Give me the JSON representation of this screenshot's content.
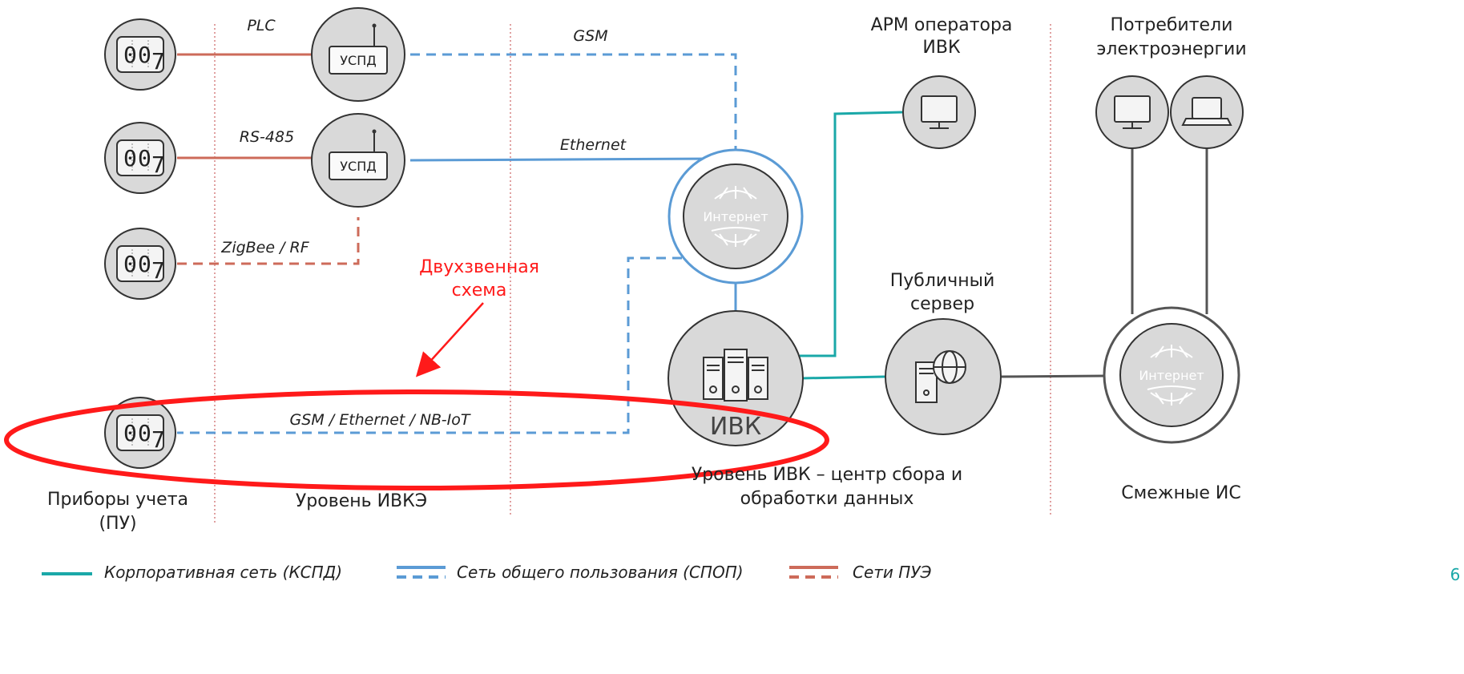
{
  "colors": {
    "corporate": "#1aa8a8",
    "public": "#5b9bd5",
    "pue": "#cd6b5a",
    "divider": "#c04040",
    "annotation": "#ff1a1a",
    "node_fill": "#d9d9d9",
    "adjacent_line": "#555555"
  },
  "meters": {
    "digits": [
      "0",
      "0",
      "7"
    ]
  },
  "nodes": {
    "uspd_label": "УСПД",
    "internet_label": "Интернет",
    "ivk_label": "ИВК"
  },
  "links": {
    "plc": "PLC",
    "rs485": "RS-485",
    "zigbee": "ZigBee / RF",
    "gsm": "GSM",
    "ethernet": "Ethernet",
    "gsm_eth_nbiot": "GSM / Ethernet / NB-IoT"
  },
  "titles": {
    "arm_line1": "АРМ оператора",
    "arm_line2": "ИВК",
    "consumers_line1": "Потребители",
    "consumers_line2": "электроэнергии",
    "public_server_line1": "Публичный",
    "public_server_line2": "сервер"
  },
  "annotation": {
    "line1": "Двухзвенная",
    "line2": "схема"
  },
  "levels": {
    "meters_line1": "Приборы учета",
    "meters_line2": "(ПУ)",
    "ivke": "Уровень ИВКЭ",
    "ivk_line1": "Уровень ИВК – центр сбора и",
    "ivk_line2": "обработки данных",
    "adjacent": "Смежные ИС"
  },
  "legend": {
    "corporate": "Корпоративная сеть (КСПД)",
    "public": "Сеть общего пользования (СПОП)",
    "pue": "Сети ПУЭ"
  },
  "page_number": "6"
}
